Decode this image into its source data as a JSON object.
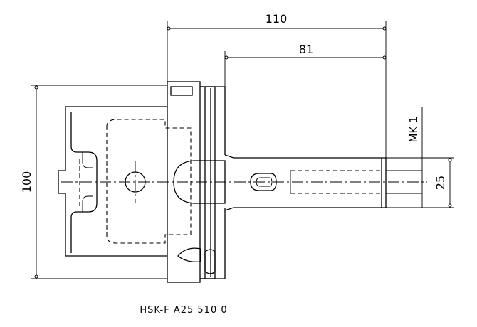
{
  "dimensions": {
    "overall_length": "110",
    "shank_length": "81",
    "body_diameter": "100",
    "shank_diameter": "25",
    "taper": "MK 1"
  },
  "caption": "HSK-F A25 510 0"
}
